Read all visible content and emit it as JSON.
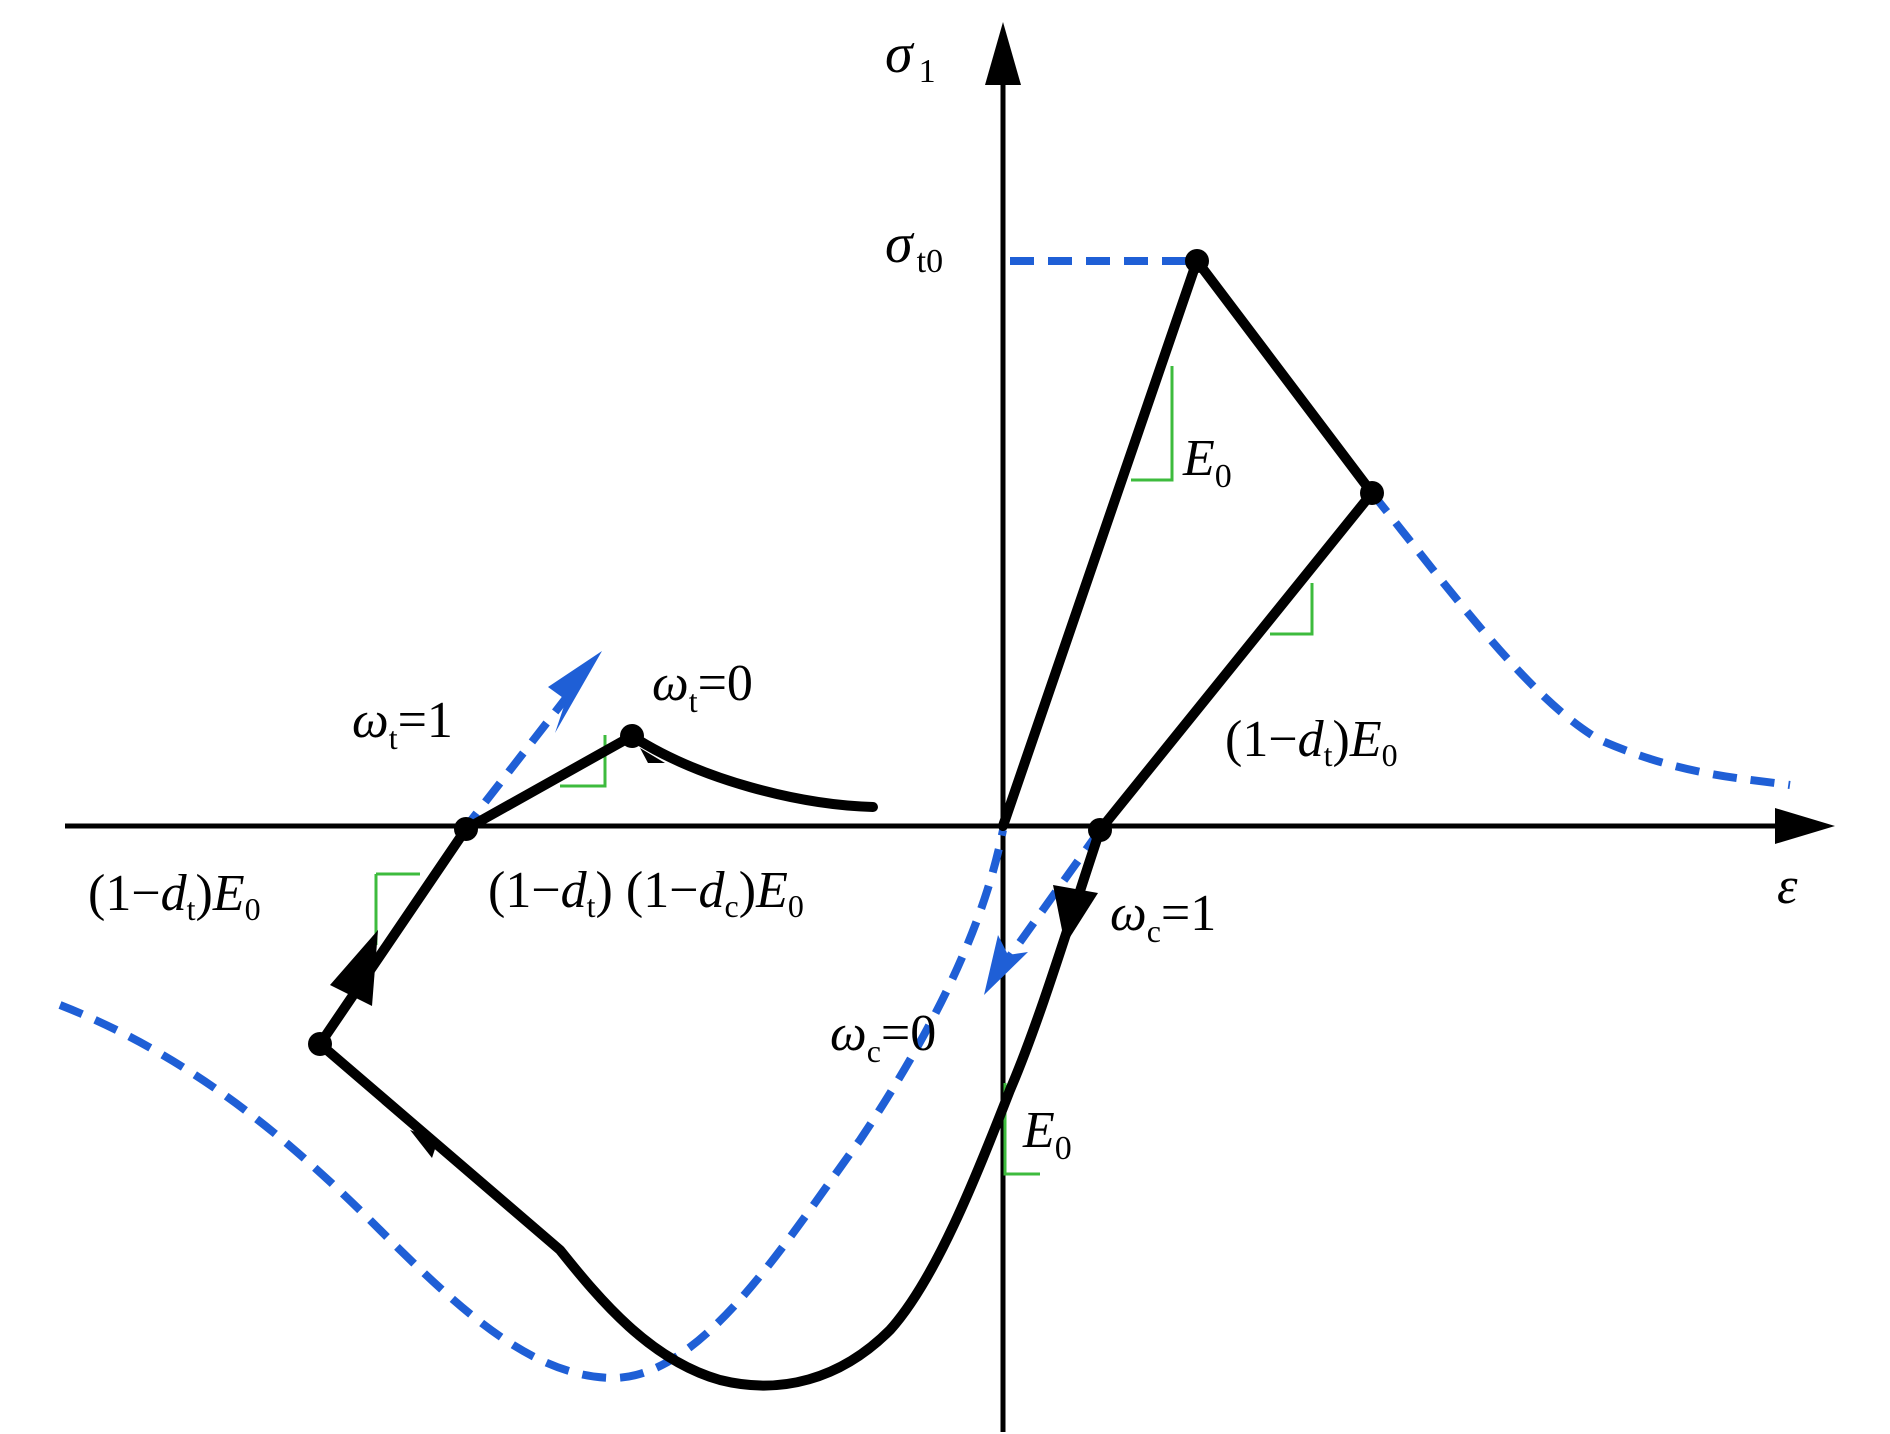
{
  "axes": {
    "y_symbol": "σ",
    "y_sub": "1",
    "x_symbol": "ε"
  },
  "labels": {
    "sigma_t0": {
      "symbol": "σ",
      "sub": "t0"
    },
    "e0_upper": {
      "symbol": "E",
      "sub": "0"
    },
    "e0_lower": {
      "symbol": "E",
      "sub": "0"
    },
    "unload_right": {
      "pre": "(1−",
      "d": "d",
      "dsub": "t",
      "post": ")",
      "E": "E",
      "Esub": "0"
    },
    "reload_left": {
      "pre": "(1−",
      "d": "d",
      "dsub": "t",
      "post": ")",
      "E": "E",
      "Esub": "0"
    },
    "combined": {
      "pre1": "(1−",
      "d1": "d",
      "d1sub": "t",
      "post1": ")",
      "pre2": " (1−",
      "d2": "d",
      "d2sub": "c",
      "post2": ")",
      "E": "E",
      "Esub": "0"
    },
    "omega_t_1": {
      "symbol": "ω",
      "sub": "t",
      "value": "=1"
    },
    "omega_t_0": {
      "symbol": "ω",
      "sub": "t",
      "value": "=0"
    },
    "omega_c_1": {
      "symbol": "ω",
      "sub": "c",
      "value": "=1"
    },
    "omega_c_0": {
      "symbol": "ω",
      "sub": "c",
      "value": "=0"
    }
  },
  "colors": {
    "path": "#000000",
    "envelope": "#1f5fd6",
    "slope_marker": "#3dbb3d"
  }
}
